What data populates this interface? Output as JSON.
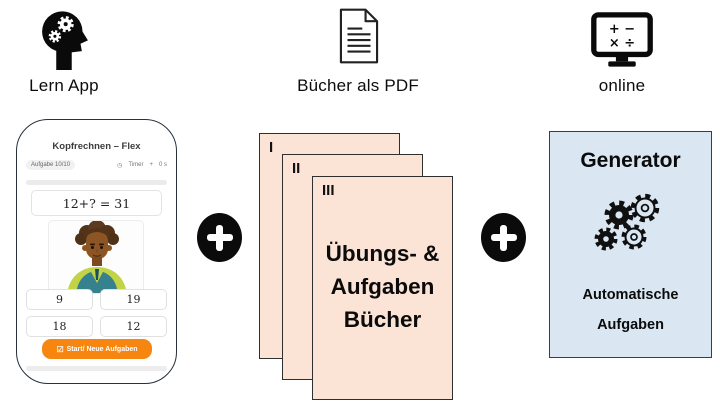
{
  "header": {
    "app_label": "Lern App",
    "books_label": "Bücher als PDF",
    "online_label": "online"
  },
  "phone": {
    "title": "Kopfrechnen – Flex",
    "task_counter": "Aufgabe 10/10",
    "timer_label": "Timer",
    "mini_plus": "+",
    "timer_value": "0 s",
    "equation": "12+? =  31",
    "answers": [
      "9",
      "19",
      "18",
      "12"
    ],
    "cta_label": "Start/ Neue Aufgaben"
  },
  "books": {
    "page1_numeral": "I",
    "page2_numeral": "II",
    "page3_numeral": "III",
    "title_line1": "Übungs- &",
    "title_line2": "Aufgaben",
    "title_line3": "Bücher"
  },
  "generator": {
    "title": "Generator",
    "line1": "Automatische",
    "line2": "Aufgaben"
  },
  "monitor": {
    "row1": "+ −",
    "row2": "× ÷"
  },
  "operators": {
    "plus": "+"
  },
  "colors": {
    "peach": "#FBE3D6",
    "blue": "#DAE6F2",
    "orange": "#F6860F",
    "ink": "#0b0b0b"
  }
}
